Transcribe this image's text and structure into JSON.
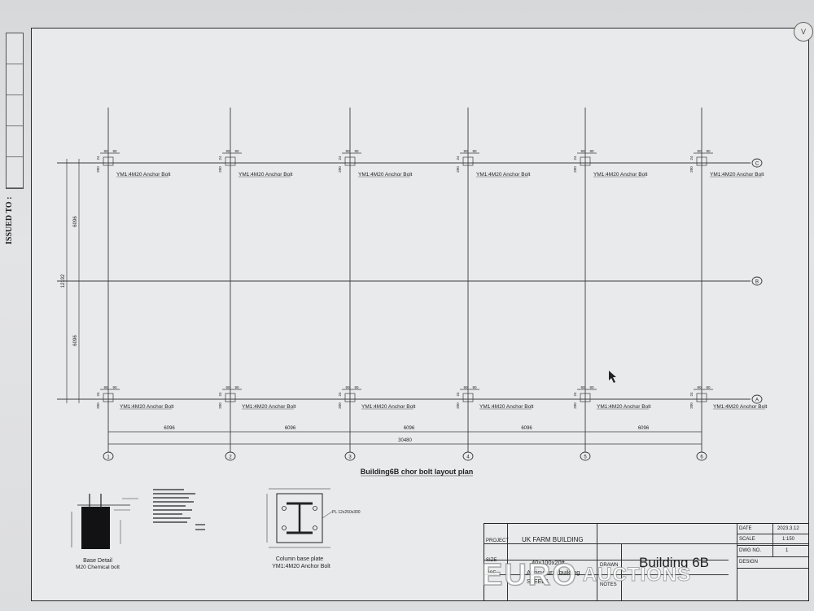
{
  "left_margin": {
    "issued_to": "ISSUED TO :"
  },
  "corner_button_label": "V",
  "drawing": {
    "title": "Building6B chor bolt layout plan",
    "bolt_label": "YM1:4M20 Anchor Bolt",
    "detail_dims": {
      "top_a": "90",
      "top_b": "90",
      "side": "200",
      "small": "24"
    },
    "grid_columns": [
      "1",
      "2",
      "3",
      "4",
      "5",
      "6"
    ],
    "grid_rows": [
      "C",
      "B",
      "A"
    ],
    "bay_spacing": "6096",
    "total_length": "30480",
    "side_spacing": "6096",
    "total_width": "12192"
  },
  "details": {
    "base_detail_title": "Base Detail",
    "base_detail_subtitle": "M20 Chemical bolt",
    "column_base_title": "Column base plate",
    "column_base_subtitle": "YM1:4M20 Anchor Bolt",
    "column_base_note": "PL 12x250x300"
  },
  "title_block": {
    "project_label": "PROJECT",
    "project_value": "UK FARM BUILDING",
    "size_label": "SIZE",
    "size_value": "40x100x20ft",
    "use_label": "USE",
    "use_value": "Agricultural building",
    "extra_value": "STEELS",
    "drawing_name": "Building 6B",
    "drawn_label": "DRAWN",
    "notes_label": "NOTES",
    "date_label": "DATE",
    "date_value": "2023.3.12",
    "scale_label": "SCALE",
    "scale_value": "1:150",
    "dwg_label": "DWG NO.",
    "dwg_value": "1",
    "design_label": "DESIGN"
  },
  "watermark": {
    "brand": "EURO",
    "sub": "AUCTIONS"
  }
}
